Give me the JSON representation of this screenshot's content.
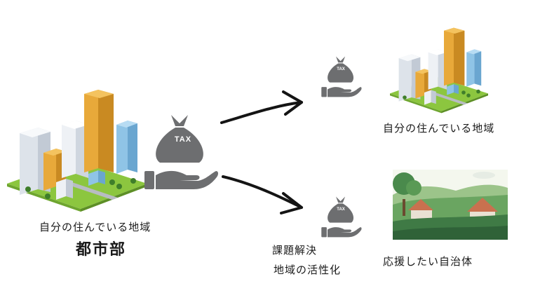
{
  "source": {
    "caption": "自分の住んでいる地域",
    "title": "都市部"
  },
  "tax_icon_text": "TAX",
  "target_home": {
    "caption": "自分の住んでいる地域"
  },
  "target_support": {
    "purpose_line1": "課題解決",
    "purpose_line2": "地域の活性化",
    "caption": "応援したい自治体"
  },
  "colors": {
    "tax_gray": "#6d6e70",
    "arrow": "#141414",
    "building_yellow": "#e8a93a",
    "building_blue": "#8fc4e6",
    "building_white": "#eef1f5",
    "ground_green": "#8cc63f",
    "roof_red": "#c9714f",
    "hill_green": "#4a8a4c",
    "sky": "#f4f7ee"
  }
}
